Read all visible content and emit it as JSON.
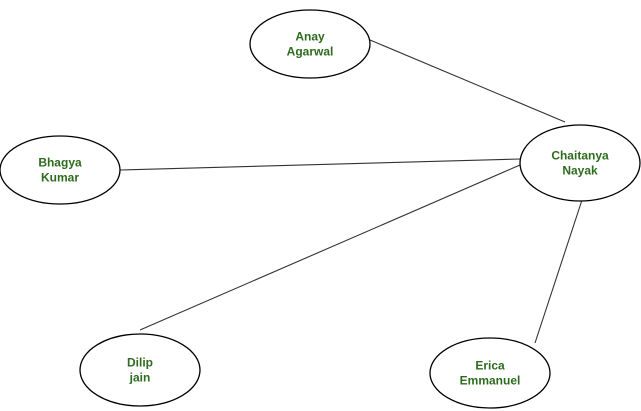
{
  "diagram": {
    "label_color": "#2e6b1f",
    "nodes": [
      {
        "id": "anay",
        "lines": [
          "Anay",
          "Agarwal"
        ]
      },
      {
        "id": "bhagya",
        "lines": [
          "Bhagya",
          "Kumar"
        ]
      },
      {
        "id": "chaitanya",
        "lines": [
          "Chaitanya",
          "Nayak"
        ]
      },
      {
        "id": "dilip",
        "lines": [
          "Dilip",
          "jain"
        ]
      },
      {
        "id": "erica",
        "lines": [
          "Erica",
          "Emmanuel"
        ]
      }
    ],
    "edges": [
      {
        "from": "anay",
        "to": "chaitanya"
      },
      {
        "from": "bhagya",
        "to": "chaitanya"
      },
      {
        "from": "dilip",
        "to": "chaitanya"
      },
      {
        "from": "erica",
        "to": "chaitanya"
      }
    ]
  }
}
